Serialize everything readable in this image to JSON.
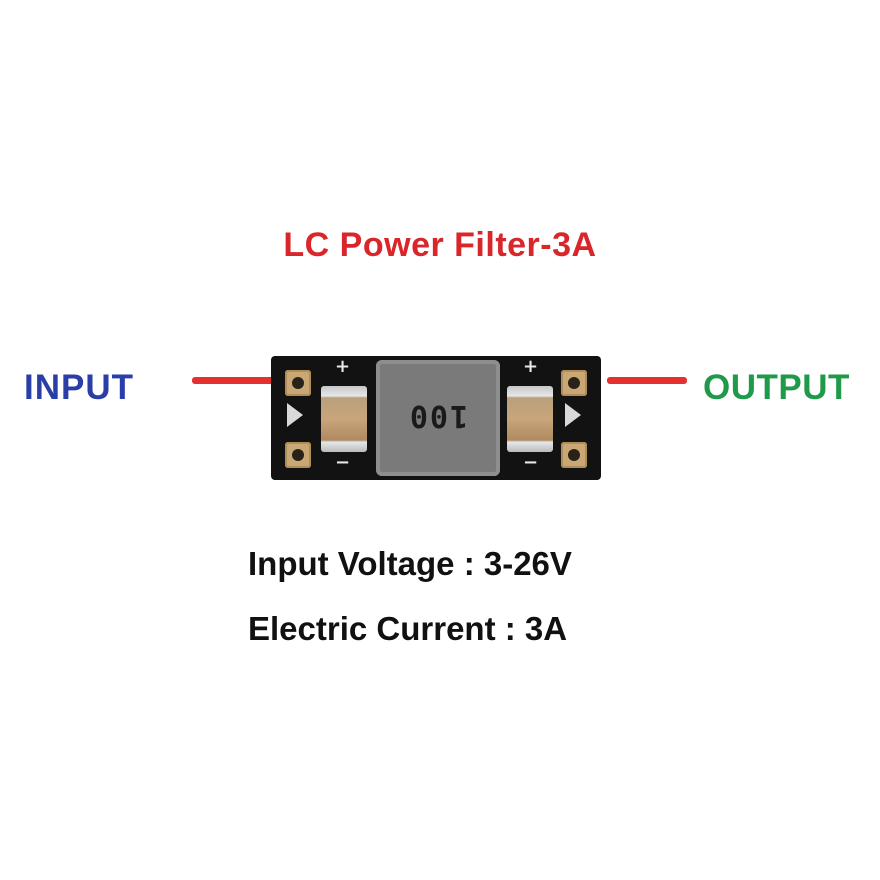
{
  "title": "LC Power Filter-3A",
  "labels": {
    "input": "INPUT",
    "output": "OUTPUT"
  },
  "board": {
    "inductor_code": "100",
    "plus_mark": "+",
    "minus_mark": "−"
  },
  "specs": [
    "Input Voltage : 3-26V",
    "Electric Current : 3A"
  ],
  "colors": {
    "title": "#d8262a",
    "input_label": "#2a3ea8",
    "output_label": "#1f9a4a",
    "wire": "#e53030"
  }
}
